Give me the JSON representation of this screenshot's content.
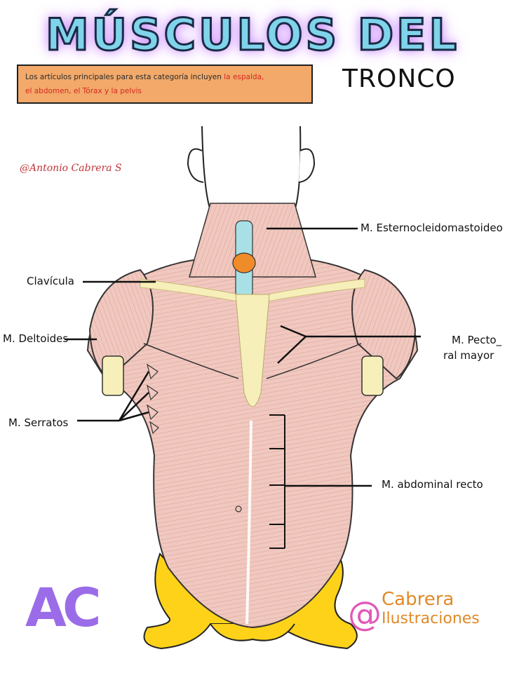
{
  "header": {
    "title": "MÚSCULOS DEL",
    "subtitle": "TRONCO"
  },
  "intro": {
    "text_before": "Los artículos principales para esta categoría incluyen",
    "highlight_1": "la espalda,",
    "highlight_2": "el abdomen, el Tórax y la pelvis"
  },
  "signature": "@Antonio Cabrera S",
  "labels": {
    "esternocleidomastoideo": "M. Esternocleidomastoideo",
    "clavicula": "Clavícula",
    "deltoides": "M. Deltoides",
    "pectoral_line1": "M. Pecto_",
    "pectoral_line2": "ral mayor",
    "serratos": "M. Serratos",
    "abdominal": "M. abdominal recto"
  },
  "credit": {
    "at": "@",
    "name_line1": "Cabrera",
    "name_line2": "Ilustraciones",
    "monogram": "AC"
  },
  "colors": {
    "muscle": "#f0c8bf",
    "muscle_line": "#c86a5e",
    "bone_clavicle": "#f7efb9",
    "pelvis": "#ffd21a",
    "trachea": "#a8e0e6",
    "thyroid": "#f08b2a",
    "title_fill": "#7fd3ea",
    "intro_bg": "#f2a96a"
  }
}
